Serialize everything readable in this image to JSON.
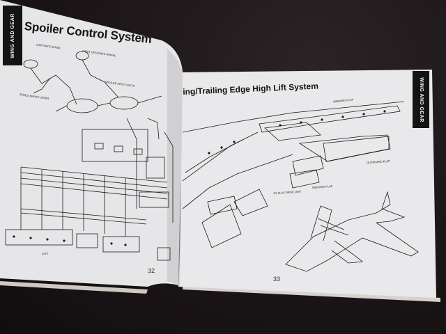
{
  "book": {
    "left_page": {
      "section_tab": "WING AND GEAR",
      "title": "Spoiler Control System",
      "page_number": "32",
      "labels": [
        "CAPTAIN'S WHEEL",
        "FIRST OFFICER'S WHEEL",
        "SPOILER INPUT UNITS",
        "SPEED BRAKE LEVER",
        "LEFT"
      ]
    },
    "right_page": {
      "section_tab": "WING AND GEAR",
      "title": "ing/Trailing Edge High Lift System",
      "page_number": "33",
      "labels": [
        "INBOARD FLAP",
        "OUTBOARD FLAP",
        "INBOARD FLAP",
        "TO FLAP DRIVE UNIT"
      ]
    }
  },
  "colors": {
    "background": "#1c1618",
    "paper": "#e8e8ea",
    "ink": "#141414"
  }
}
